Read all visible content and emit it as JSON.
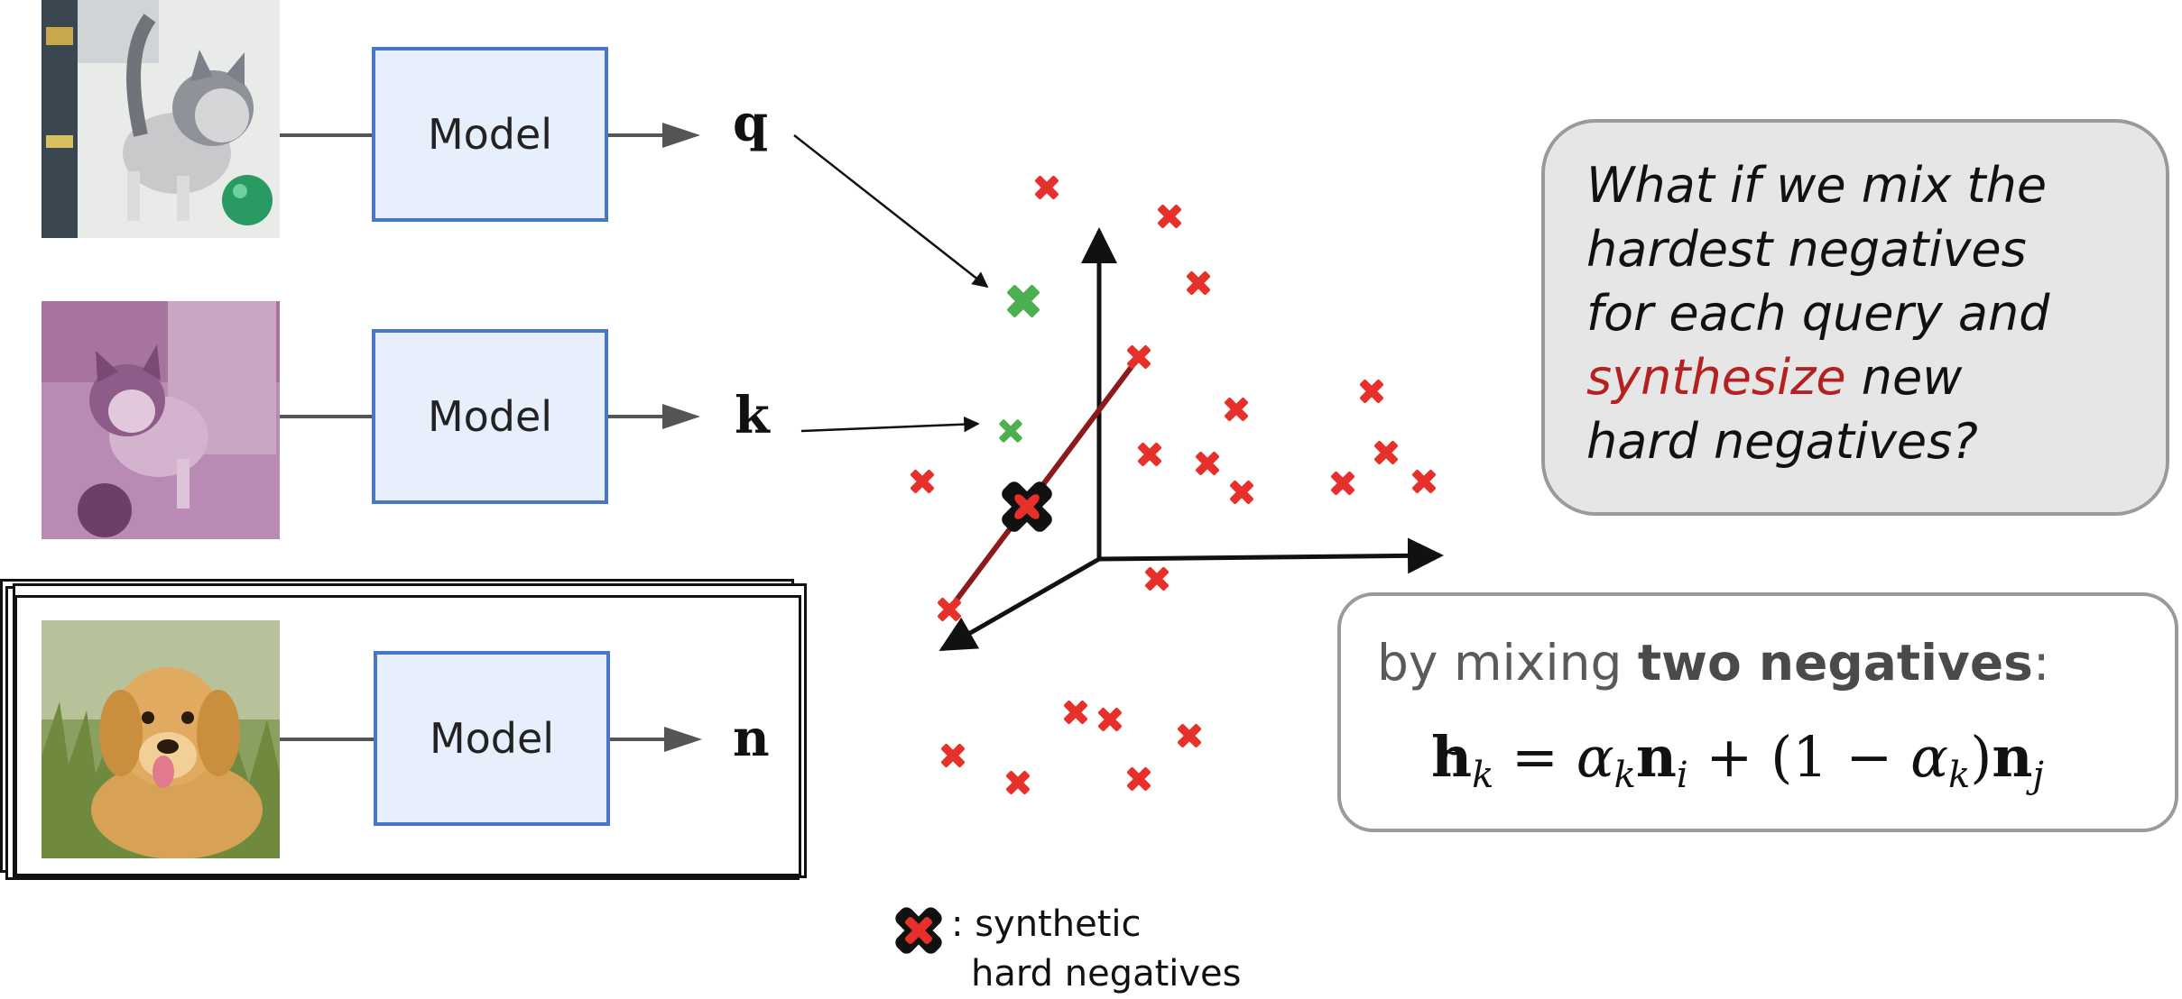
{
  "rows": [
    {
      "model_label": "Model",
      "vector": "q",
      "image": "grey kitten playing with green ball"
    },
    {
      "model_label": "Model",
      "vector": "k",
      "image": "purple-tinted kitten with ball"
    },
    {
      "model_label": "Model",
      "vector": "n",
      "image": "golden retriever puppy in grass"
    }
  ],
  "question": {
    "line1": "What if we mix the",
    "line2": "hardest negatives",
    "line3": "for each query and",
    "highlight": "synthesize",
    "line4_rest": " new",
    "line5": "hard negatives?"
  },
  "mixing": {
    "prefix": "by mixing ",
    "emphasis": "two negatives",
    "suffix": ":",
    "formula": {
      "h": "h",
      "k_sub": "k",
      "eq": " = ",
      "alpha": "α",
      "n": "n",
      "i_sub": "i",
      "plus": " + (1 − ",
      "close": ")",
      "j_sub": "j"
    }
  },
  "legend": {
    "line1": ": synthetic",
    "line2": "hard negatives"
  },
  "colors": {
    "negative": "#e8302a",
    "positive": "#4caf50",
    "mix_line": "#8b1a1a",
    "model_fill": "#e8effc",
    "model_border": "#4a76c7",
    "highlight": "#b52121"
  },
  "icons": {
    "negative": "cross-red",
    "positive": "cross-green",
    "synthetic": "cross-red-black-outline"
  }
}
